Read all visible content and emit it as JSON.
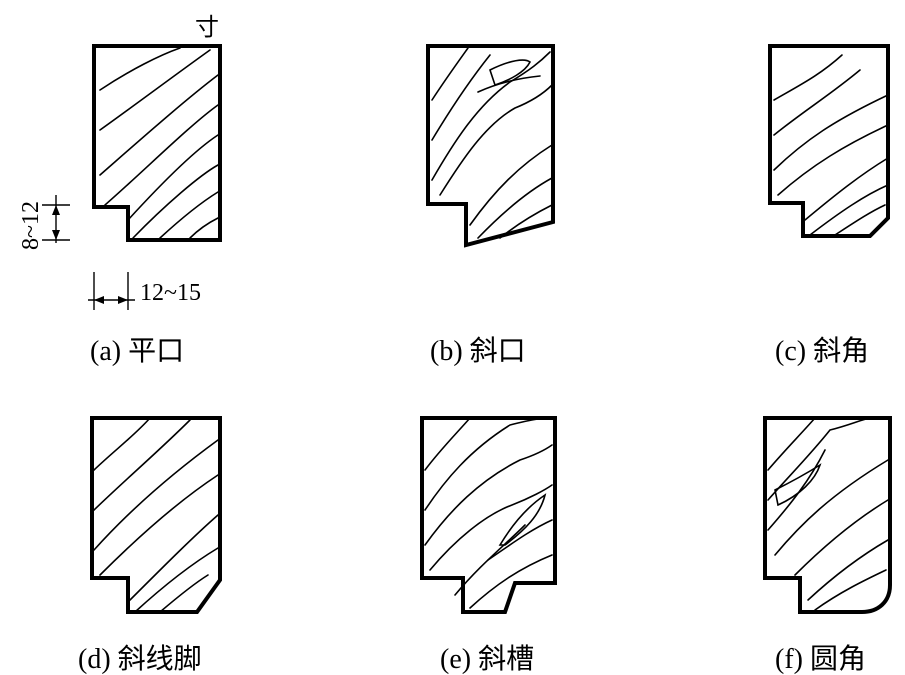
{
  "figures": [
    {
      "id": "a",
      "caption": "(a) 平口"
    },
    {
      "id": "b",
      "caption": "(b) 斜口"
    },
    {
      "id": "c",
      "caption": "(c) 斜角"
    },
    {
      "id": "d",
      "caption": "(d) 斜线脚"
    },
    {
      "id": "e",
      "caption": "(e) 斜槽"
    },
    {
      "id": "f",
      "caption": "(f) 圆角"
    }
  ],
  "annotations": {
    "top_mark": "寸",
    "vertical_dim": "8~12",
    "horizontal_dim": "12~15"
  }
}
